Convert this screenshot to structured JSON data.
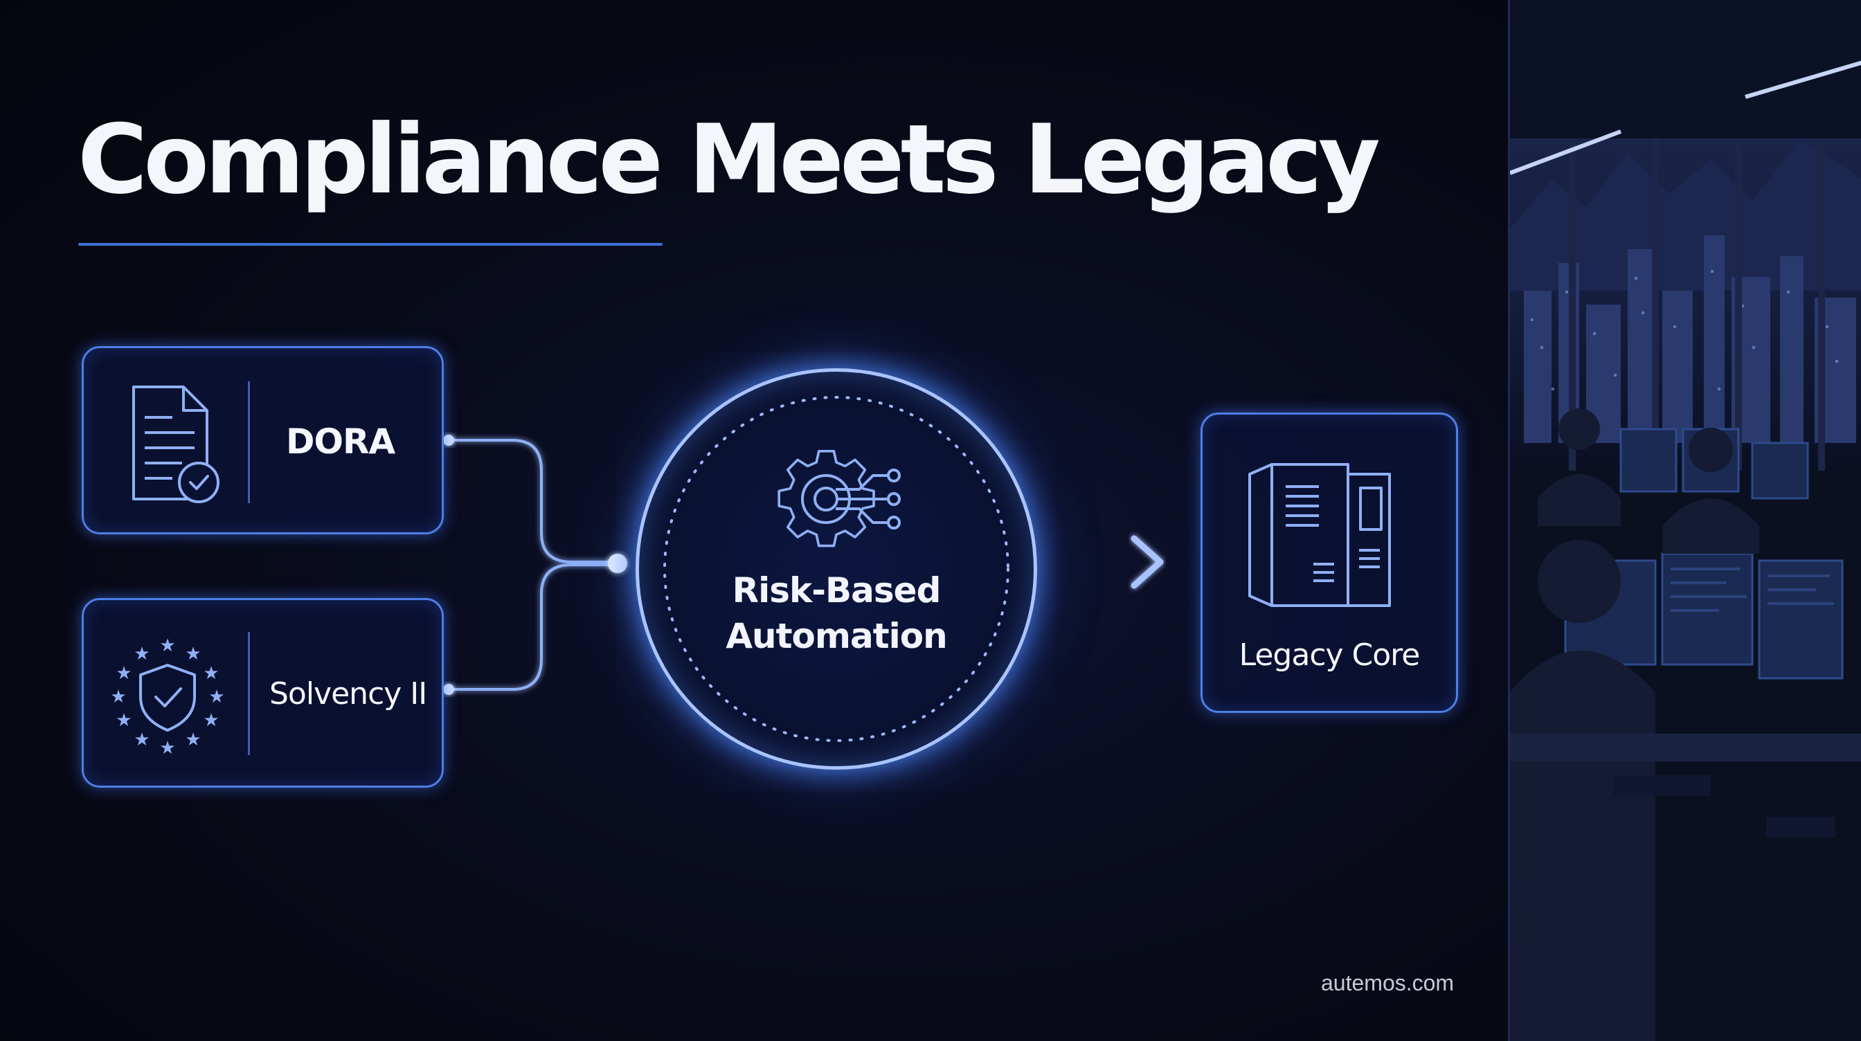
{
  "slide": {
    "title": "Compliance Meets Legacy",
    "footer": "autemos.com"
  },
  "diagram": {
    "inputs": [
      {
        "label": "DORA",
        "icon": "document-check-icon"
      },
      {
        "label": "Solvency II",
        "icon": "eu-stars-shield-icon"
      }
    ],
    "hub": {
      "line1": "Risk-Based",
      "line2": "Automation",
      "icon": "gear-circuit-icon"
    },
    "output": {
      "label": "Legacy Core",
      "icon": "server-rack-icon"
    }
  },
  "colors": {
    "background": "#06070f",
    "accent": "#4e7fe6",
    "glow": "#a9c4ff",
    "text": "#ffffff"
  }
}
